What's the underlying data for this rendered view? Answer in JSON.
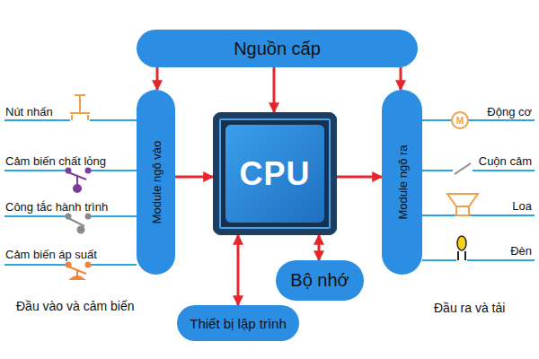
{
  "diagram": {
    "nodes": [
      {
        "text": [
          "Nguồn cấp"
        ]
      },
      {
        "text": [
          "Module ngõ vào"
        ]
      },
      {
        "text": [
          "CPU"
        ]
      },
      {
        "text": [
          "Module ngõ ra"
        ]
      },
      {
        "text": [
          "Bộ nhớ"
        ]
      },
      {
        "text": [
          "Thiết bị lập trình"
        ]
      }
    ],
    "edges": [
      {
        "from": 0,
        "to": 1,
        "arrow": "to"
      },
      {
        "from": 0,
        "to": 2,
        "arrow": "to"
      },
      {
        "from": 0,
        "to": 3,
        "arrow": "to"
      },
      {
        "from": 1,
        "to": 2,
        "arrow": "to"
      },
      {
        "from": 2,
        "to": 3,
        "arrow": "to"
      },
      {
        "from": 2,
        "to": 4,
        "arrow": "both"
      },
      {
        "from": 2,
        "to": 5,
        "arrow": "both"
      }
    ],
    "labels": [
      "Nút nhấn",
      "Cảm biến chất lỏng",
      "Công tắc hành trình",
      "Cảm biến áp suất",
      "Đầu vào và cảm biến",
      "Động cơ",
      "M",
      "Cuộn cảm",
      "Loa",
      "Đèn",
      "Đầu ra và tải"
    ]
  }
}
